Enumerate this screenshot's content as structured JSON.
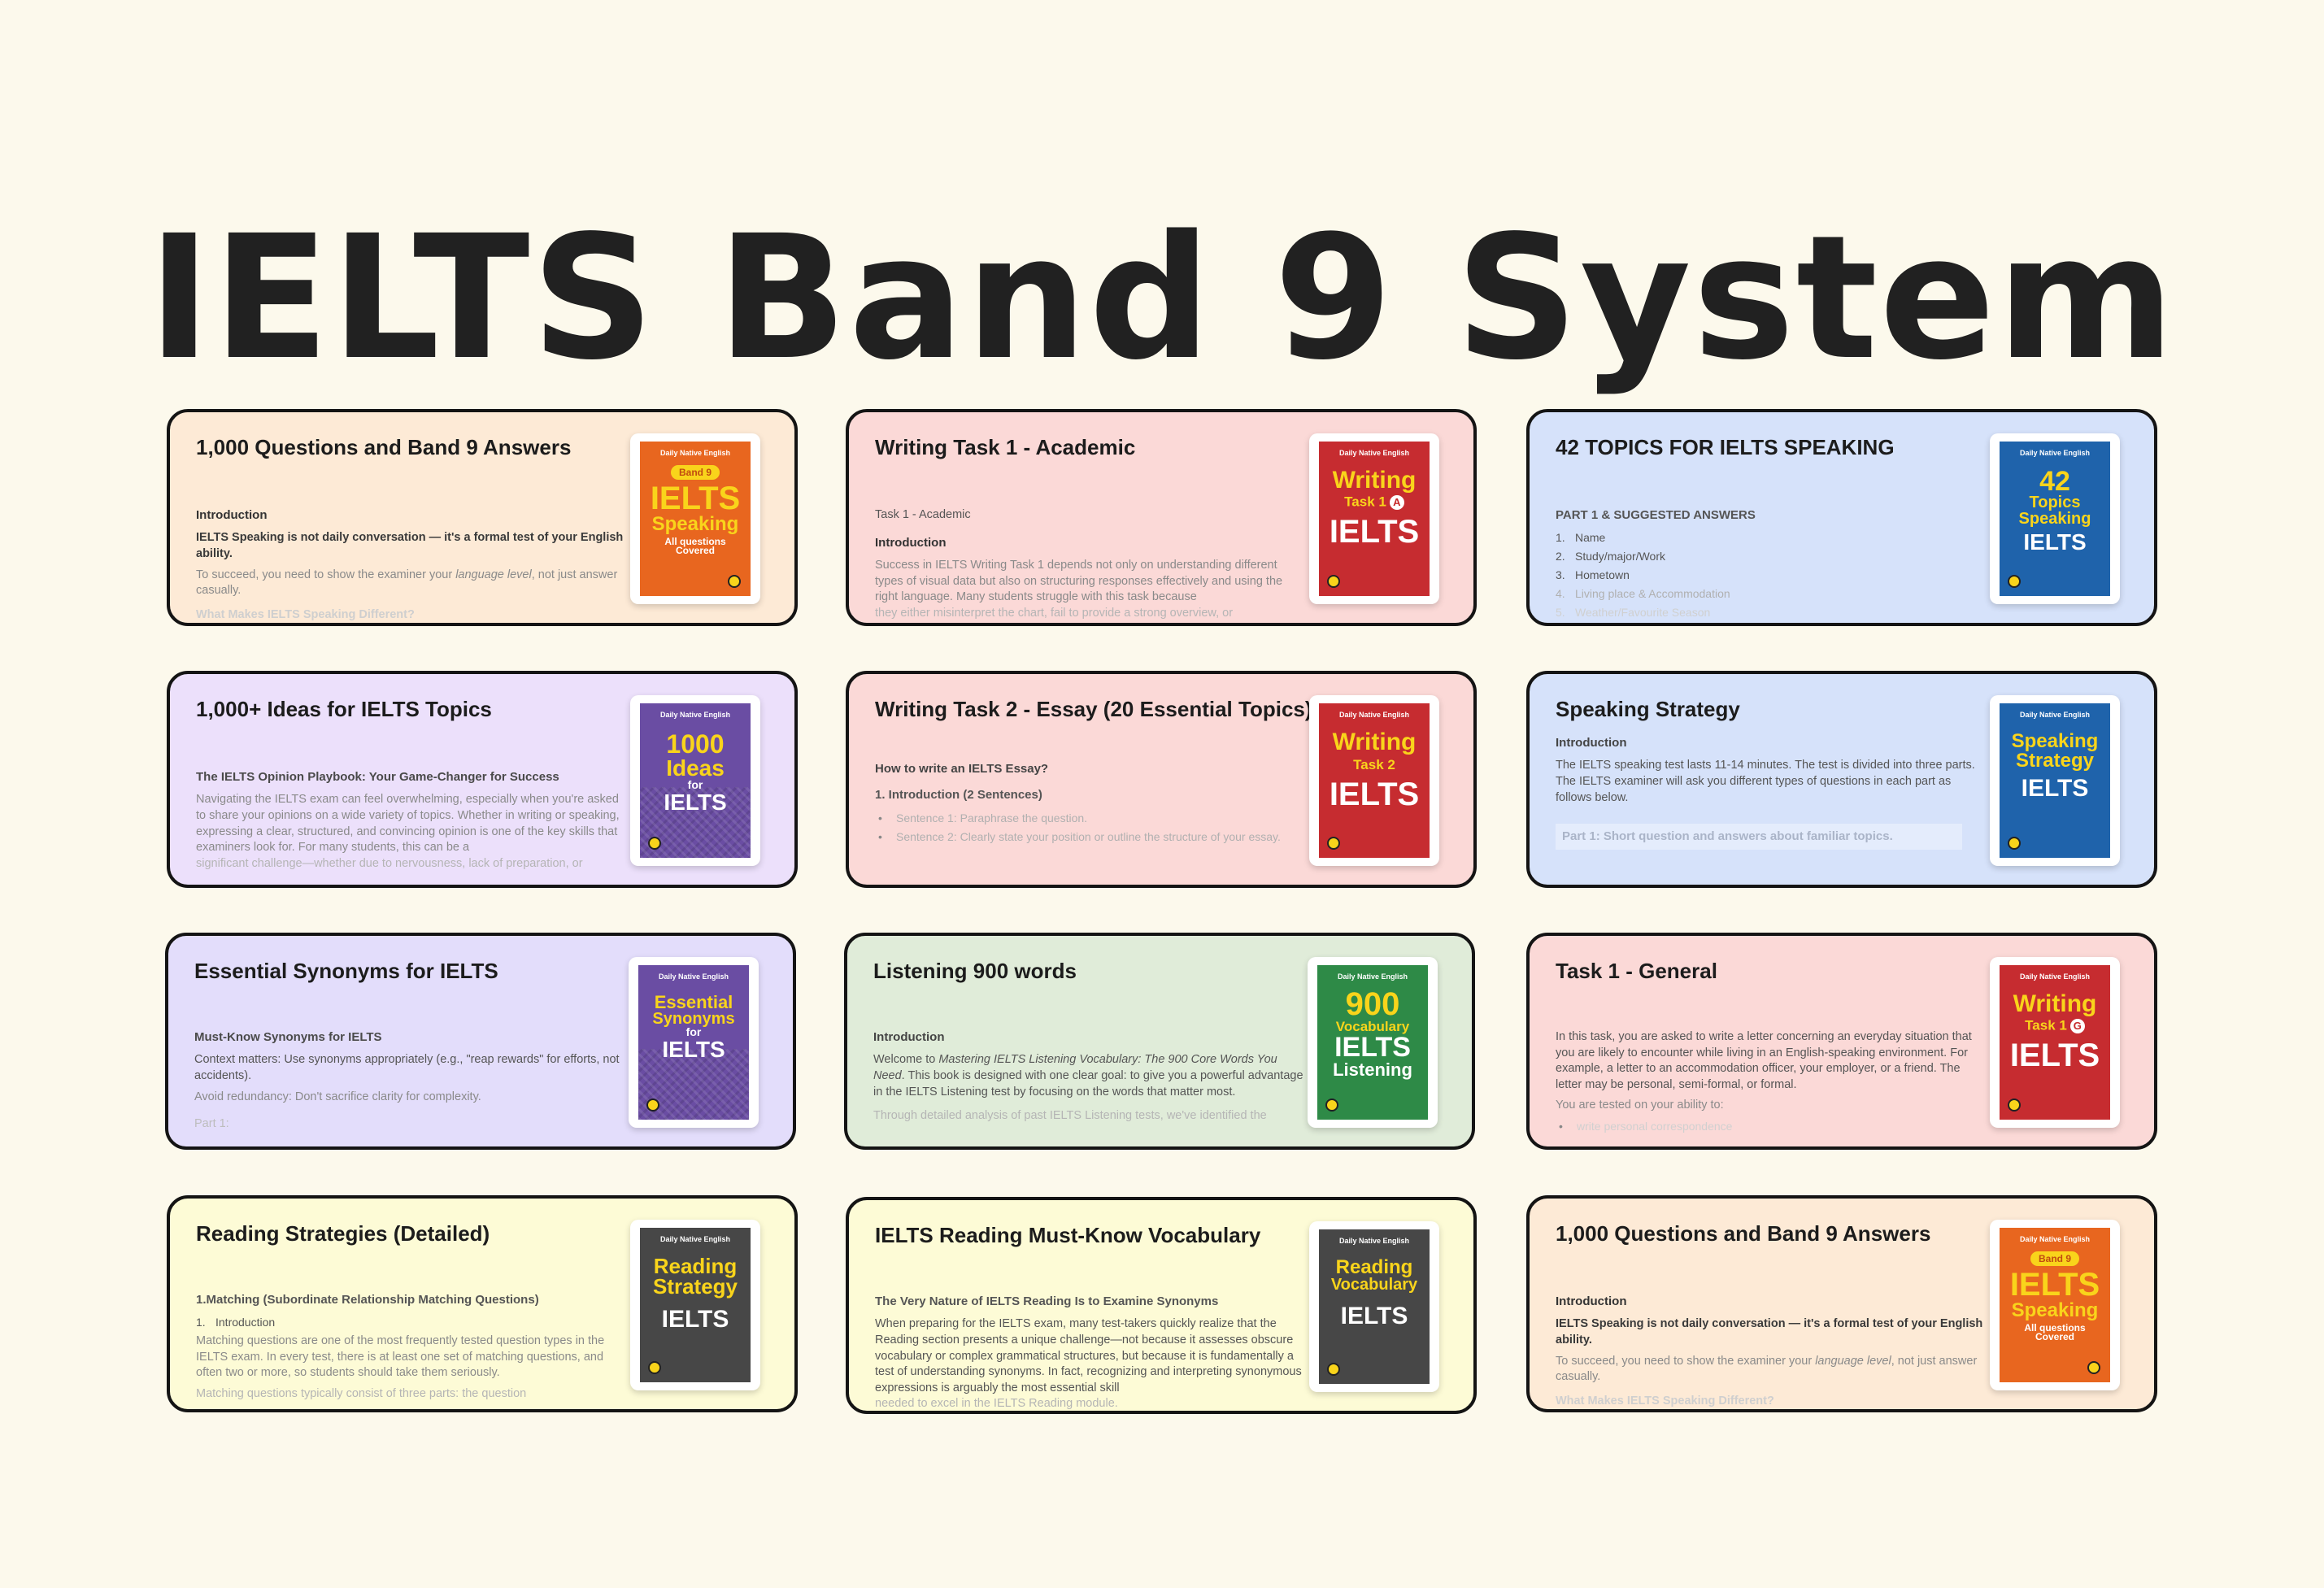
{
  "headline": "IELTS Band 9 System",
  "colors": {
    "page_bg": "#fcf9ec",
    "peach": "#fdead6",
    "pink": "#fbd9d7",
    "blue": "#d6e2fa",
    "purple": "#ece0fb",
    "green": "#e0ecd9",
    "yellow": "#fdfbd6"
  },
  "cards": [
    {
      "title": "1,000 Questions and Band 9 Answers",
      "section": "Introduction",
      "p1": "IELTS Speaking is not daily conversation — it's a formal test of your English ability.",
      "p2_pre": "To succeed, you need to show the examiner your ",
      "p2_em": "language level",
      "p2_post": ", not just answer casually.",
      "p3": "What Makes IELTS Speaking Different?",
      "cover": {
        "publisher": "Daily Native English",
        "badge": "Band 9",
        "line1": "IELTS",
        "line2": "Speaking",
        "line3": "All questions",
        "line4": "Covered",
        "color": "#e8661f"
      }
    },
    {
      "title": "Writing Task 1 - Academic",
      "sub": "Task 1 - Academic",
      "section": "Introduction",
      "p1": "Success in IELTS Writing Task 1 depends not only on understanding different types of visual data but also on structuring responses effectively and using the right language. Many students struggle with this task because",
      "p2": "they either misinterpret the chart, fail to provide a strong overview, or",
      "cover": {
        "publisher": "Daily Native English",
        "line1": "Writing",
        "line2": "Task 1",
        "letter": "A",
        "line3": "IELTS",
        "color": "#c62c30"
      }
    },
    {
      "title": "42 TOPICS FOR IELTS SPEAKING",
      "section": "PART 1 & SUGGESTED ANSWERS",
      "items": [
        "Name",
        "Study/major/Work",
        "Hometown",
        "Living place & Accommodation",
        "Weather/Favourite Season"
      ],
      "cover": {
        "publisher": "Daily Native English",
        "line1": "42",
        "line2": "Topics",
        "line3": "Speaking",
        "line4": "IELTS",
        "color": "#1f63ab"
      }
    },
    {
      "title": "1,000+ Ideas for IELTS Topics",
      "section": "The IELTS Opinion Playbook: Your Game-Changer for Success",
      "p1": "Navigating the IELTS exam can feel overwhelming, especially when you're asked to share your opinions on a wide variety of topics. Whether in writing or speaking, expressing a clear, structured, and convincing opinion is one of the key skills that examiners look for. For many students, this can be a",
      "p2": "significant challenge—whether due to nervousness, lack of preparation, or",
      "cover": {
        "publisher": "Daily Native English",
        "line1": "1000",
        "line2": "Ideas",
        "line3": "for",
        "line4": "IELTS",
        "color": "#6a4da3"
      }
    },
    {
      "title": "Writing Task 2 - Essay (20 Essential Topics)",
      "section": "How to write an IELTS Essay?",
      "sub": "1. Introduction (2 Sentences)",
      "items": [
        "Sentence 1: Paraphrase the question.",
        "Sentence 2: Clearly state your position or outline the structure of your essay."
      ],
      "cover": {
        "publisher": "Daily Native English",
        "line1": "Writing",
        "line2": "Task 2",
        "line3": "IELTS",
        "color": "#c62c30"
      }
    },
    {
      "title": "Speaking Strategy",
      "section": "Introduction",
      "p1": "The IELTS speaking test lasts 11-14 minutes. The test is divided into three parts. The IELTS examiner will ask you different types of questions in each part as follows below.",
      "p2": "Part 1: Short question and answers about familiar topics.",
      "cover": {
        "publisher": "Daily Native English",
        "line1": "Speaking",
        "line2": "Strategy",
        "line3": "IELTS",
        "color": "#1f63ab"
      }
    },
    {
      "title": "Essential Synonyms for IELTS",
      "section": "Must-Know Synonyms for IELTS",
      "p1": "Context matters: Use synonyms appropriately (e.g., \"reap rewards\" for efforts, not accidents).",
      "p2": "Avoid redundancy: Don't sacrifice clarity for complexity.",
      "p3": "Part 1:",
      "cover": {
        "publisher": "Daily Native English",
        "line1": "Essential",
        "line2": "Synonyms",
        "line3": "for",
        "line4": "IELTS",
        "color": "#6a4da3"
      }
    },
    {
      "title": "Listening 900 words",
      "section": "Introduction",
      "p1_pre": "Welcome to ",
      "p1_em": "Mastering IELTS Listening Vocabulary: The 900 Core Words You Need",
      "p1_post": ". This book is designed with one clear goal: to give you a powerful advantage in the IELTS Listening test by focusing on the words that matter most.",
      "p2": "Through detailed analysis of past IELTS Listening tests, we've identified the",
      "cover": {
        "publisher": "Daily Native English",
        "line1": "900",
        "line2": "Vocabulary",
        "line3": "IELTS",
        "line4": "Listening",
        "color": "#2e8a47"
      }
    },
    {
      "title": "Task 1 - General",
      "p1": "In this task, you are asked to write a letter concerning an everyday situation that you are likely to encounter while living in an English-speaking environment. For example, a letter to an accommodation officer, your employer, or a friend. The letter may be personal, semi-formal, or formal.",
      "p2": "You are tested on your ability to:",
      "items": [
        "write personal correspondence"
      ],
      "cover": {
        "publisher": "Daily Native English",
        "line1": "Writing",
        "line2": "Task 1",
        "letter": "G",
        "line3": "IELTS",
        "color": "#c62c30"
      }
    },
    {
      "title": "Reading Strategies  (Detailed)",
      "section": "1.Matching (Subordinate Relationship Matching Questions)",
      "sub": "Introduction",
      "p1": "Matching questions are one of the most frequently tested question types in the IELTS exam. In every test, there is at least one set of matching questions, and often two or more, so students should take them seriously.",
      "p2": "Matching questions typically consist of three parts: the question",
      "cover": {
        "publisher": "Daily Native English",
        "line1": "Reading",
        "line2": "Strategy",
        "line3": "IELTS",
        "color": "#474747"
      }
    },
    {
      "title": "IELTS Reading Must-Know Vocabulary",
      "section": "The Very Nature of IELTS Reading Is to Examine Synonyms",
      "p1": "When preparing for the IELTS exam, many test-takers quickly realize that the Reading section presents a unique challenge—not because it assesses obscure vocabulary or complex grammatical structures, but because it is fundamentally a test of understanding synonyms. In fact, recognizing and interpreting synonymous expressions is arguably the most essential skill",
      "p2": "needed to excel in the IELTS Reading module.",
      "cover": {
        "publisher": "Daily Native English",
        "line1": "Reading",
        "line2": "Vocabulary",
        "line3": "IELTS",
        "color": "#474747"
      }
    },
    {
      "title": "1,000 Questions and Band 9 Answers",
      "section": "Introduction",
      "p1": "IELTS Speaking is not daily conversation — it's a formal test of your English ability.",
      "p2_pre": "To succeed, you need to show the examiner your ",
      "p2_em": "language level",
      "p2_post": ", not just answer casually.",
      "p3": "What Makes IELTS Speaking Different?",
      "cover": {
        "publisher": "Daily Native English",
        "badge": "Band 9",
        "line1": "IELTS",
        "line2": "Speaking",
        "line3": "All questions",
        "line4": "Covered",
        "color": "#e8661f"
      }
    }
  ]
}
